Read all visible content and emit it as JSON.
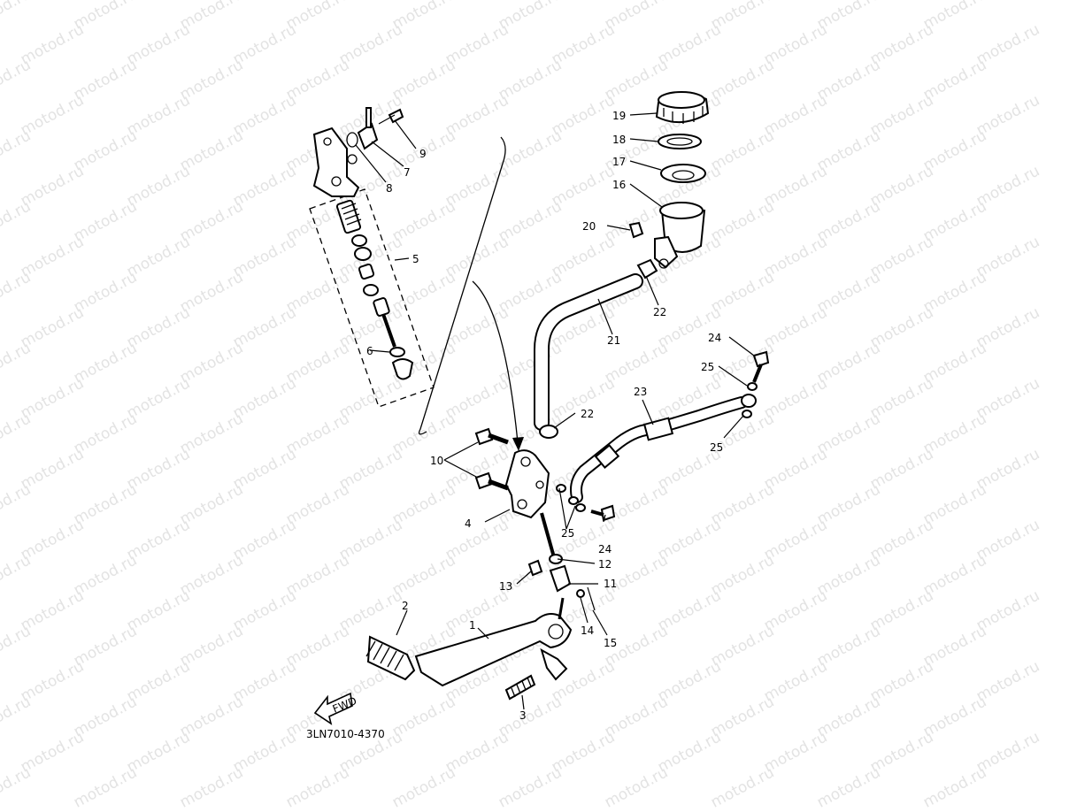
{
  "watermark": "motod.ru",
  "diagram_code": "3LN7010-4370",
  "fwd_label": "FWD",
  "callouts": [
    "1",
    "2",
    "3",
    "4",
    "5",
    "6",
    "7",
    "8",
    "9",
    "10",
    "11",
    "12",
    "13",
    "14",
    "15",
    "16",
    "17",
    "18",
    "19",
    "20",
    "21",
    "22",
    "22",
    "23",
    "24",
    "24",
    "25",
    "25",
    "25"
  ]
}
